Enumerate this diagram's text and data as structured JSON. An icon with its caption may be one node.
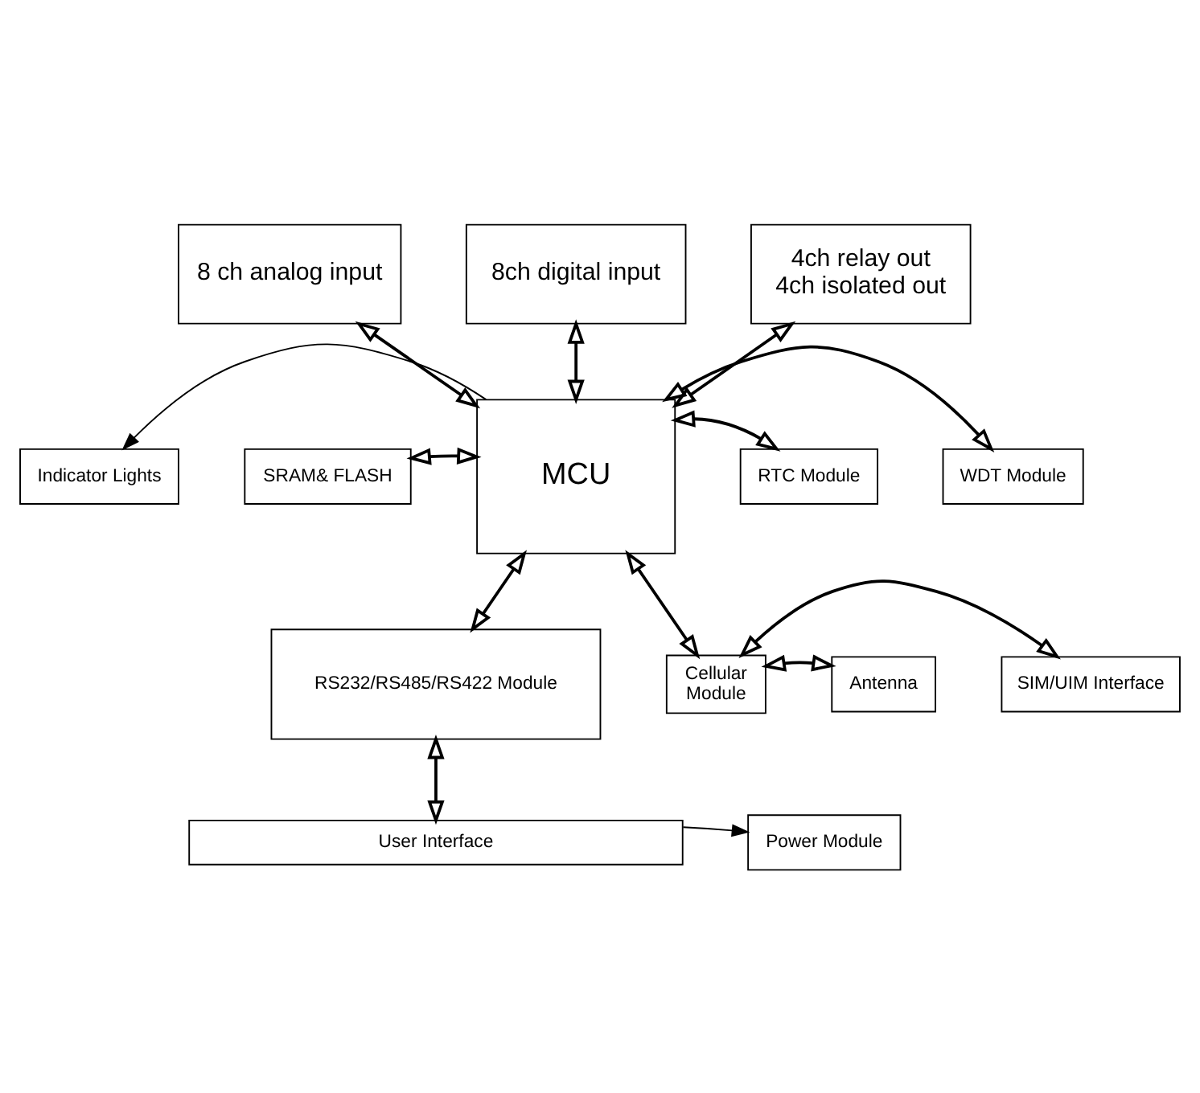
{
  "diagram": {
    "nodes": [
      {
        "text": [
          "8 ch analog input"
        ]
      },
      {
        "text": [
          "8ch digital input"
        ]
      },
      {
        "text": [
          "4ch relay out",
          "4ch isolated out"
        ]
      },
      {
        "text": [
          "SRAM& FLASH"
        ]
      },
      {
        "text": [
          "MCU"
        ]
      },
      {
        "text": [
          "RTC Module"
        ]
      },
      {
        "text": [
          "Indicator Lights"
        ]
      },
      {
        "text": [
          "WDT Module"
        ]
      },
      {
        "text": [
          "RS232/RS485/RS422 Module"
        ]
      },
      {
        "text": [
          "Cellular",
          "Module"
        ]
      },
      {
        "text": [
          "Antenna"
        ]
      },
      {
        "text": [
          "SIM/UIM Interface"
        ]
      },
      {
        "text": [
          "User Interface"
        ]
      },
      {
        "text": [
          "Power Module"
        ]
      }
    ],
    "edges": [
      {
        "from": 0,
        "to": 4,
        "arrow": "both"
      },
      {
        "from": 1,
        "to": 4,
        "arrow": "both"
      },
      {
        "from": 2,
        "to": 4,
        "arrow": "both"
      },
      {
        "from": 3,
        "to": 4,
        "arrow": "both"
      },
      {
        "from": 4,
        "to": 5,
        "arrow": "both"
      },
      {
        "from": 4,
        "to": 7,
        "arrow": "both"
      },
      {
        "from": 4,
        "to": 6,
        "arrow": "to"
      },
      {
        "from": 4,
        "to": 8,
        "arrow": "both"
      },
      {
        "from": 4,
        "to": 9,
        "arrow": "both"
      },
      {
        "from": 9,
        "to": 10,
        "arrow": "both"
      },
      {
        "from": 9,
        "to": 11,
        "arrow": "both"
      },
      {
        "from": 8,
        "to": 12,
        "arrow": "both"
      },
      {
        "from": 12,
        "to": 13,
        "arrow": "to"
      }
    ]
  }
}
